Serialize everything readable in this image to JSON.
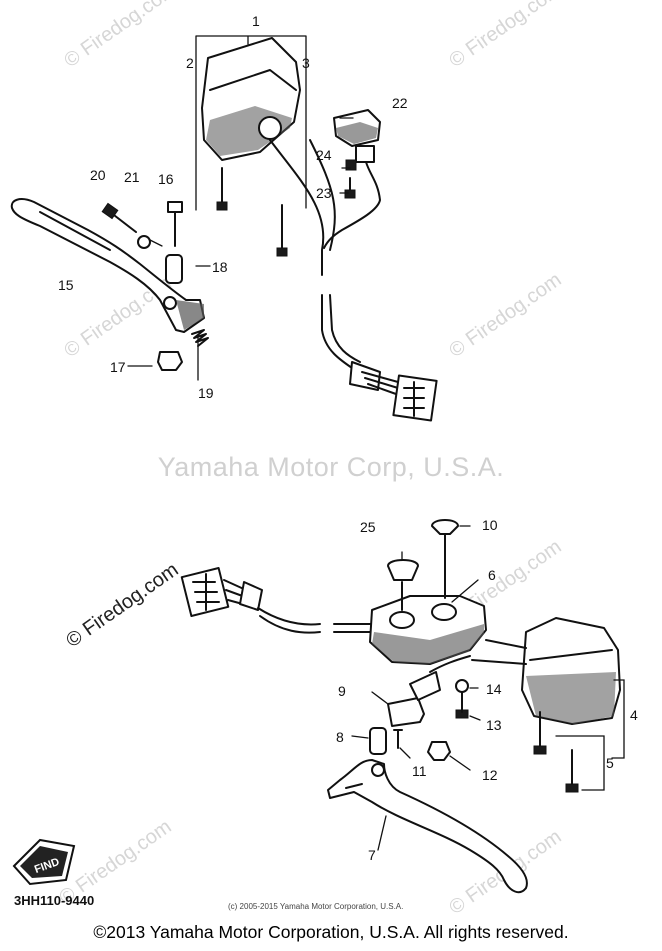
{
  "watermark": {
    "center_text": "Yamaha Motor Corp, U.S.A.",
    "repeat_text": "© Firedog.com"
  },
  "callouts": {
    "n1": "1",
    "n2": "2",
    "n3": "3",
    "n4": "4",
    "n5": "5",
    "n6": "6",
    "n7": "7",
    "n8": "8",
    "n9": "9",
    "n10": "10",
    "n11": "11",
    "n12": "12",
    "n13": "13",
    "n14": "14",
    "n15": "15",
    "n16": "16",
    "n17": "17",
    "n18": "18",
    "n19": "19",
    "n20": "20",
    "n21": "21",
    "n22": "22",
    "n23": "23",
    "n24": "24",
    "n25": "25"
  },
  "find_badge": "FIND",
  "part_code": "3HH110-9440",
  "small_copyright": "(c) 2005-2015 Yamaha Motor Corporation, U.S.A.",
  "footer": "©2013 Yamaha Motor Corporation, U.S.A. All rights reserved."
}
